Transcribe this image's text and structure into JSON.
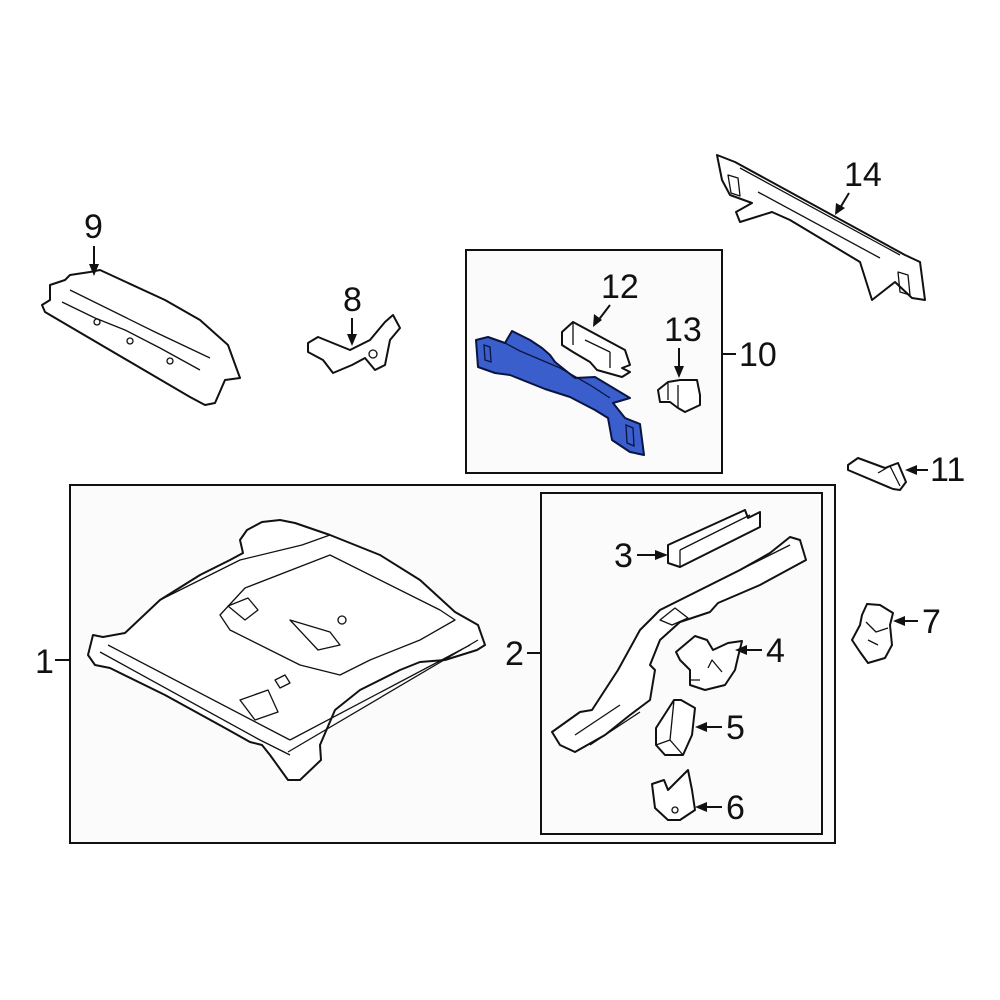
{
  "diagram": {
    "type": "exploded parts diagram",
    "highlight_color": "#3A5FCD",
    "callouts": [
      {
        "id": "1",
        "label": "1",
        "description": "floor pan assembly (group box)"
      },
      {
        "id": "2",
        "label": "2",
        "description": "side rail assembly (group box)"
      },
      {
        "id": "3",
        "label": "3",
        "description": "rail reinforcement"
      },
      {
        "id": "4",
        "label": "4",
        "description": "bracket"
      },
      {
        "id": "5",
        "label": "5",
        "description": "reinforcement"
      },
      {
        "id": "6",
        "label": "6",
        "description": "bracket"
      },
      {
        "id": "7",
        "label": "7",
        "description": "bracket"
      },
      {
        "id": "8",
        "label": "8",
        "description": "bracket"
      },
      {
        "id": "9",
        "label": "9",
        "description": "floor side member"
      },
      {
        "id": "10",
        "label": "10",
        "description": "crossmember assembly (group box)"
      },
      {
        "id": "11",
        "label": "11",
        "description": "extension"
      },
      {
        "id": "12",
        "label": "12",
        "description": "crossmember reinforcement"
      },
      {
        "id": "13",
        "label": "13",
        "description": "bracket"
      },
      {
        "id": "14",
        "label": "14",
        "description": "rear crossmember"
      }
    ],
    "highlighted_part": "10"
  }
}
